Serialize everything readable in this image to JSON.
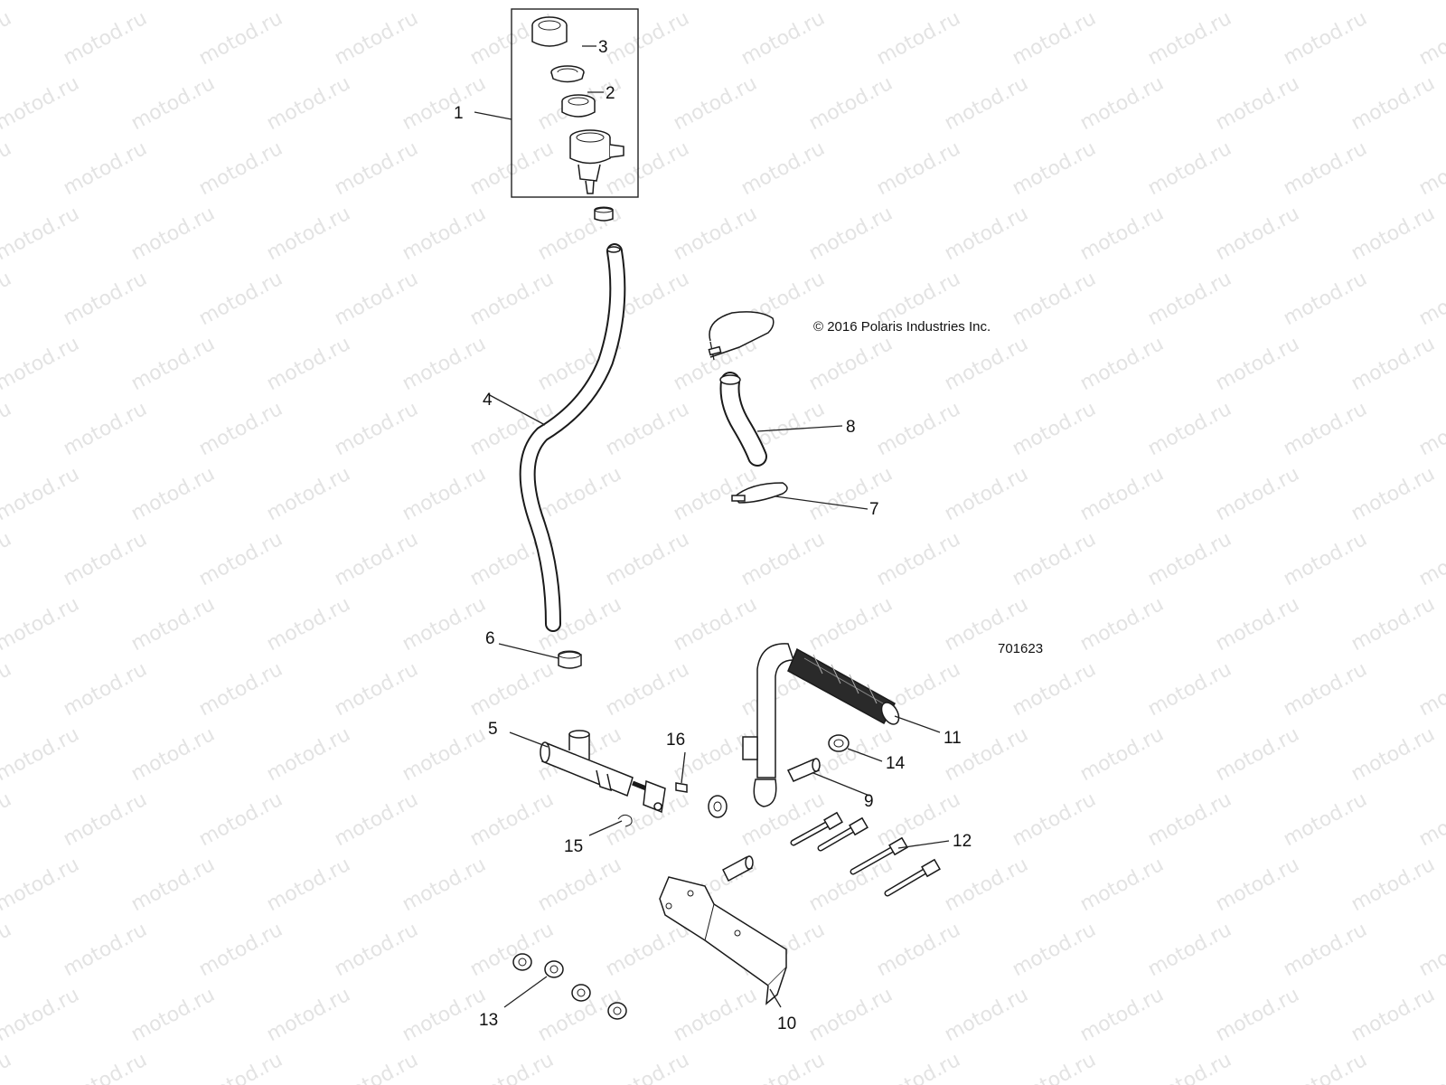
{
  "watermark": {
    "text": "motod.ru"
  },
  "copyright": "© 2016 Polaris Industries Inc.",
  "diagram_id": "701623",
  "callouts": [
    {
      "id": "1",
      "label": "1"
    },
    {
      "id": "2",
      "label": "2"
    },
    {
      "id": "3",
      "label": "3"
    },
    {
      "id": "4",
      "label": "4"
    },
    {
      "id": "5",
      "label": "5"
    },
    {
      "id": "6",
      "label": "6"
    },
    {
      "id": "7",
      "label": "7"
    },
    {
      "id": "8",
      "label": "8"
    },
    {
      "id": "9",
      "label": "9"
    },
    {
      "id": "10",
      "label": "10"
    },
    {
      "id": "11",
      "label": "11"
    },
    {
      "id": "12",
      "label": "12"
    },
    {
      "id": "13",
      "label": "13"
    },
    {
      "id": "14",
      "label": "14"
    },
    {
      "id": "15",
      "label": "15"
    },
    {
      "id": "16",
      "label": "16"
    }
  ]
}
